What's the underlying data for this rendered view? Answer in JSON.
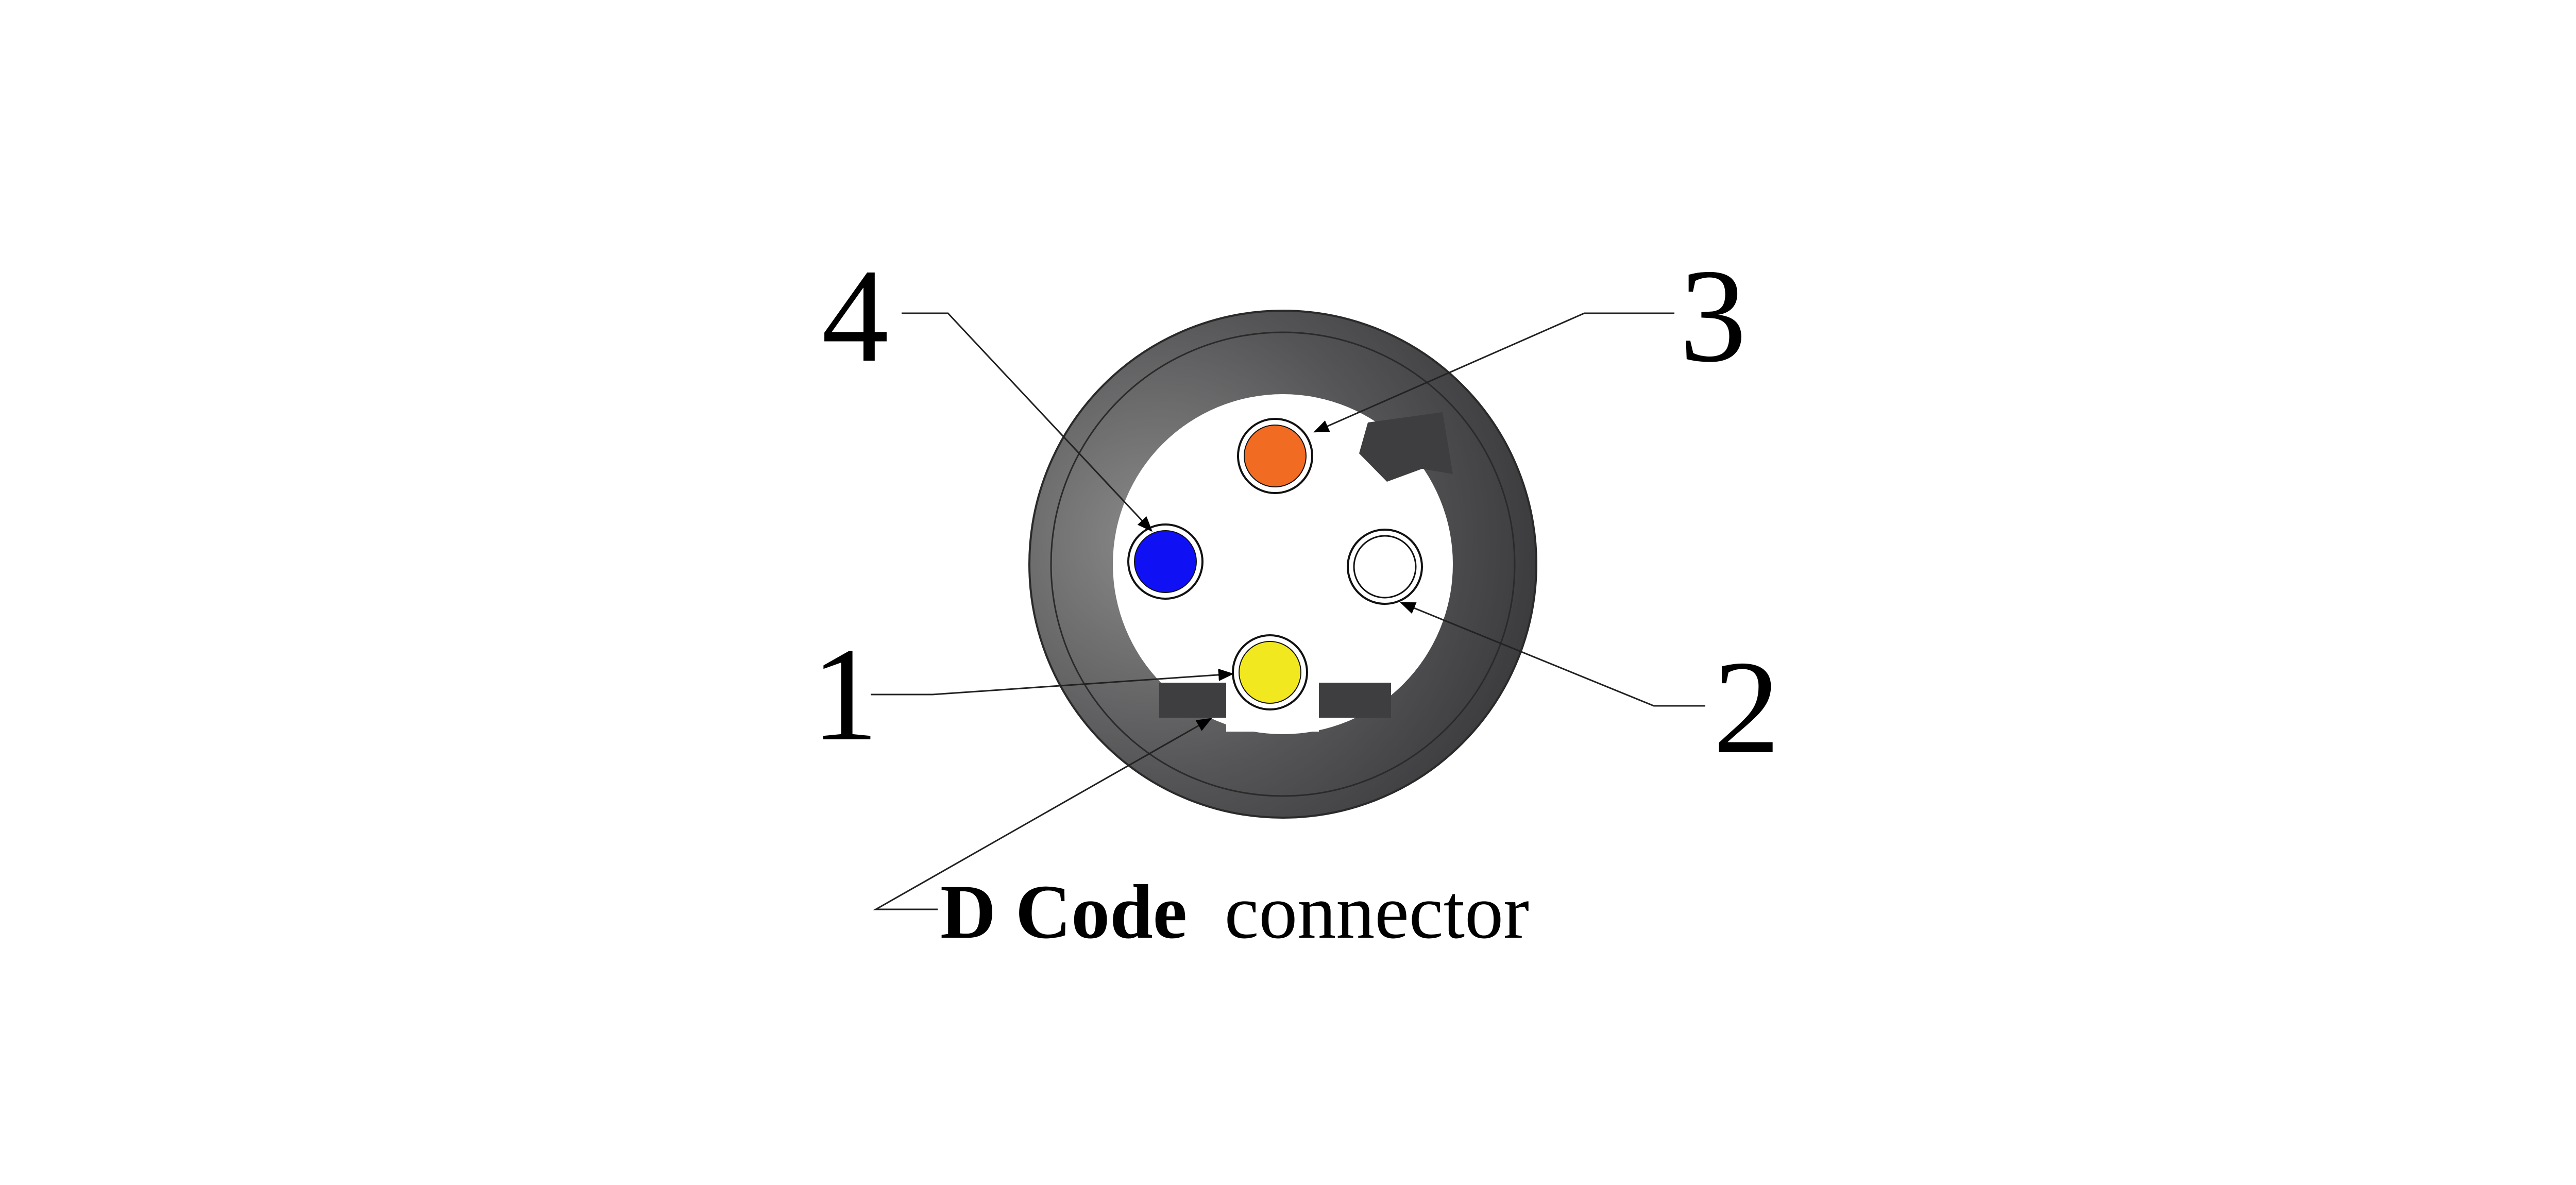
{
  "caption": {
    "bold_text": "D Code",
    "normal_text": "connector"
  },
  "pins": [
    {
      "id": "1",
      "label": "1",
      "color": "#f2e81f"
    },
    {
      "id": "2",
      "label": "2",
      "color": "#ffffff"
    },
    {
      "id": "3",
      "label": "3",
      "color": "#f26b22"
    },
    {
      "id": "4",
      "label": "4",
      "color": "#1010f5"
    }
  ],
  "colors": {
    "shell_dark": "#3c3c3e",
    "shell_light": "#858585",
    "face": "#ffffff",
    "ink": "#000000"
  }
}
